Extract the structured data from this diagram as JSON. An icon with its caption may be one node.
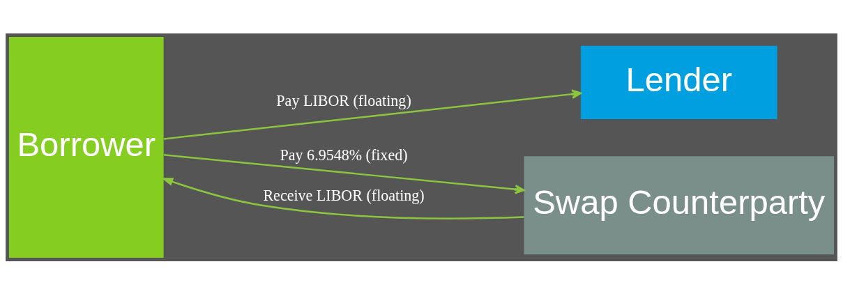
{
  "diagram": {
    "nodes": [
      {
        "text": [
          "Borrower"
        ]
      },
      {
        "text": [
          "Lender"
        ]
      },
      {
        "text": [
          "Swap Counterparty"
        ]
      }
    ],
    "edges": [
      {
        "from": 0,
        "to": 1,
        "arrow": "to",
        "label": "Pay LIBOR (floating)"
      },
      {
        "from": 0,
        "to": 2,
        "arrow": "to",
        "label": "Pay 6.9548% (fixed)"
      },
      {
        "from": 2,
        "to": 0,
        "arrow": "to",
        "label": "Receive LIBOR (floating)"
      }
    ]
  }
}
